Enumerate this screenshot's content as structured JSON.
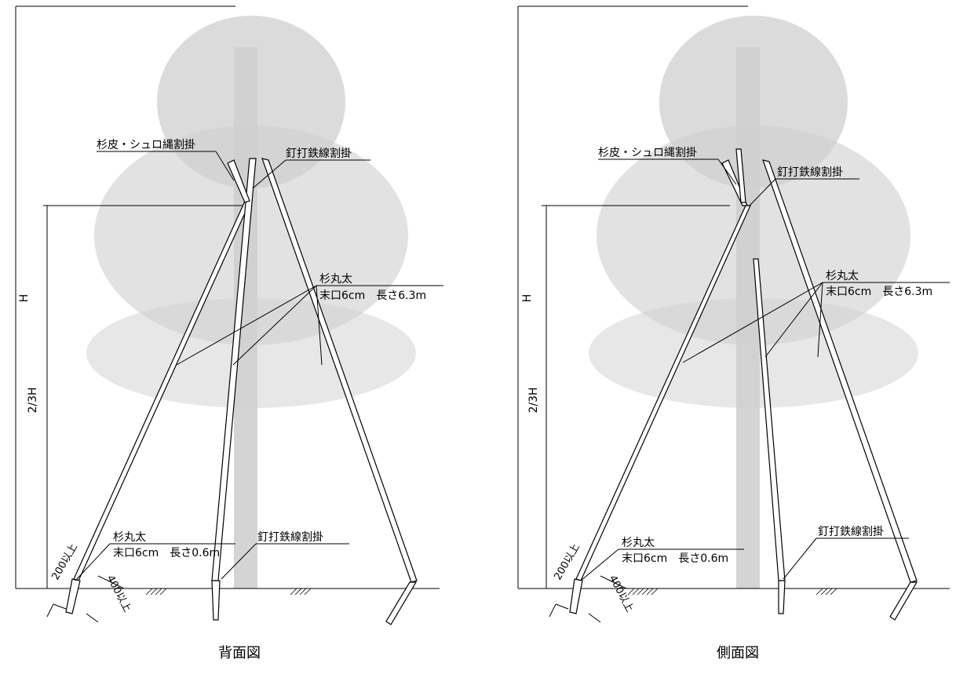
{
  "panels": [
    {
      "id": "back",
      "caption": "背面図",
      "labels": {
        "height": "H",
        "two_thirds": "2/3H",
        "bark_wrap": "杉皮・シュロ縄割掛",
        "nail_wire_top": "釘打鉄線割掛",
        "pole_name": "杉丸太",
        "pole_spec": "末口6cm　長さ6.3m",
        "stake_name": "杉丸太",
        "stake_spec": "末口6cm　長さ0.6m",
        "nail_wire_bottom": "釘打鉄線割掛",
        "dim_200": "200以上",
        "dim_400": "400以上"
      }
    },
    {
      "id": "side",
      "caption": "側面図",
      "labels": {
        "height": "H",
        "two_thirds": "2/3H",
        "bark_wrap": "杉皮・シュロ縄割掛",
        "nail_wire_top": "釘打鉄線割掛",
        "pole_name": "杉丸太",
        "pole_spec": "末口6cm　長さ6.3m",
        "stake_name": "杉丸太",
        "stake_spec": "末口6cm　長さ0.6m",
        "nail_wire_bottom": "釘打鉄線割掛",
        "dim_200": "200以上",
        "dim_400": "400以上"
      }
    }
  ],
  "colors": {
    "line": "#000000",
    "tree": "#cfcfcf",
    "background": "#ffffff"
  }
}
